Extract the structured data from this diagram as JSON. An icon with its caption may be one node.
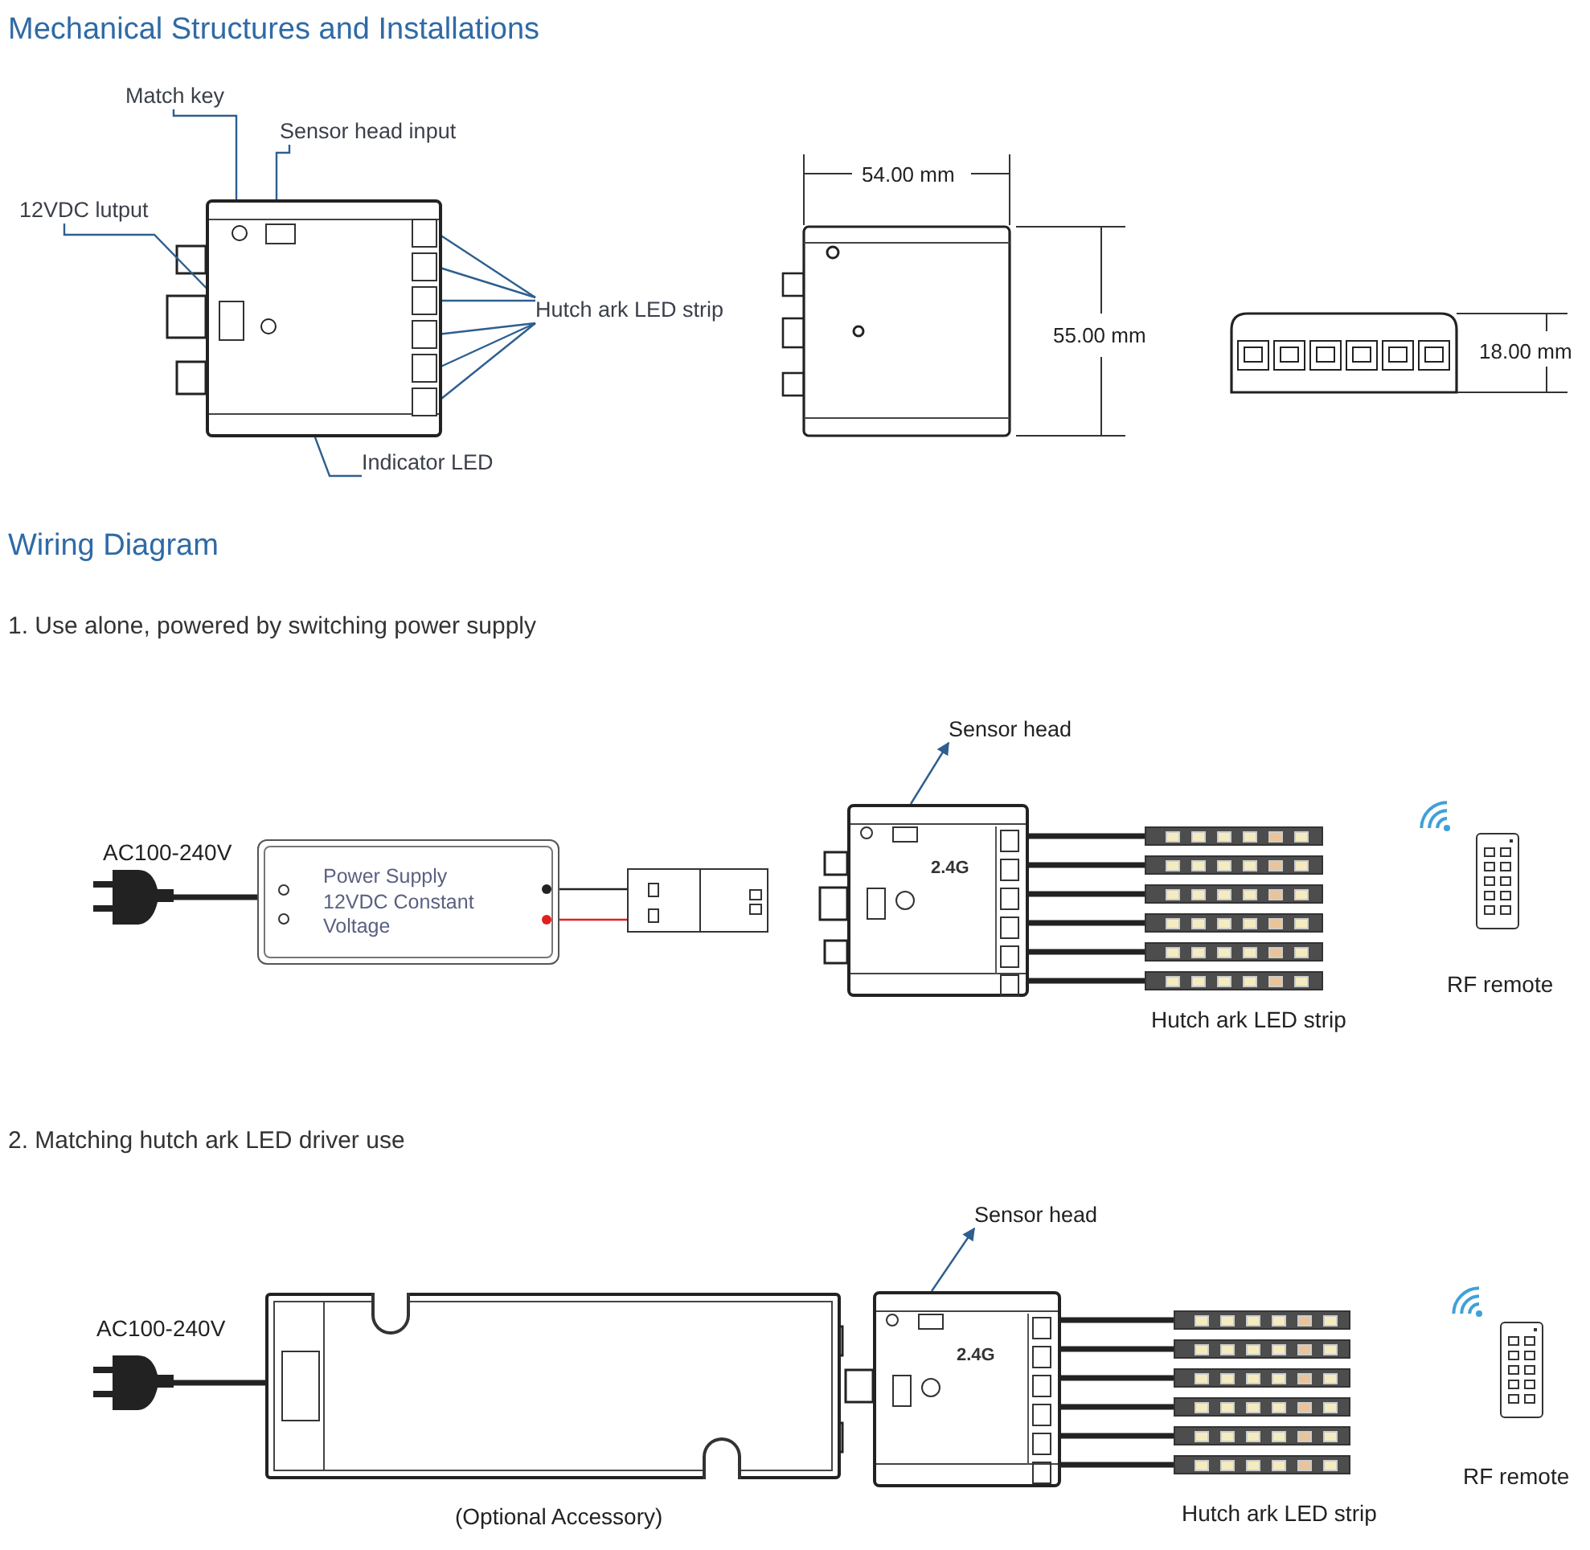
{
  "diagram": {
    "title": "Mechanical Structures and Installations",
    "nodes": [
      {
        "text": [
          "Match key"
        ]
      },
      {
        "text": [
          "Sensor head input"
        ]
      },
      {
        "text": [
          "12VDC lutput"
        ]
      },
      {
        "text": [],
        "shape": "box"
      },
      {
        "text": [],
        "shape": "circle",
        "in": 3
      },
      {
        "text": [],
        "shape": "box",
        "in": 3
      },
      {
        "text": [],
        "shape": "box",
        "in": 3
      },
      {
        "text": [],
        "shape": "circle",
        "in": 3
      },
      {
        "text": [],
        "shape": "box",
        "in": 3
      },
      {
        "text": [],
        "shape": "box",
        "in": 3
      },
      {
        "text": [],
        "shape": "box",
        "in": 3
      },
      {
        "text": [],
        "shape": "box",
        "in": 3
      },
      {
        "text": [],
        "shape": "box",
        "in": 3
      },
      {
        "text": [],
        "shape": "box",
        "in": 3
      },
      {
        "text": [
          "Hutch ark LED strip"
        ]
      },
      {
        "text": [
          "Indicator LED"
        ]
      },
      {
        "text": [],
        "shape": "picture",
        "beside": [
          "AC100-240V"
        ]
      },
      {
        "text": [
          "Power Supply 12VDC Constant Voltage"
        ]
      },
      {
        "text": [],
        "shape": "box"
      },
      {
        "text": [
          "2.4G"
        ]
      },
      {
        "text": [],
        "shape": "bar"
      },
      {
        "text": [],
        "shape": "bar"
      },
      {
        "text": [],
        "shape": "bar"
      },
      {
        "text": [],
        "shape": "bar"
      },
      {
        "text": [],
        "shape": "bar"
      },
      {
        "text": [],
        "shape": "bar"
      },
      {
        "text": [
          "Sensor head"
        ]
      },
      {
        "text": [],
        "shape": "picture",
        "beside": [
          "RF remote"
        ]
      },
      {
        "text": [],
        "shape": "picture",
        "beside": [
          "AC100-240V"
        ]
      },
      {
        "text": [],
        "shape": "box",
        "beside": [
          "(Optional Accessory)"
        ]
      },
      {
        "text": [
          "2.4G"
        ]
      },
      {
        "text": [],
        "shape": "bar"
      },
      {
        "text": [],
        "shape": "bar"
      },
      {
        "text": [],
        "shape": "bar"
      },
      {
        "text": [],
        "shape": "bar"
      },
      {
        "text": [],
        "shape": "bar"
      },
      {
        "text": [],
        "shape": "bar"
      },
      {
        "text": [
          "Sensor head"
        ]
      },
      {
        "text": [],
        "shape": "picture",
        "beside": [
          "RF remote"
        ]
      }
    ],
    "edges": [
      {
        "from": 0,
        "to": 4,
        "arrow": "none",
        "color": "#2d5f8f"
      },
      {
        "from": 1,
        "to": 5,
        "arrow": "none",
        "color": "#2d5f8f"
      },
      {
        "from": 2,
        "to": 6,
        "arrow": "none",
        "color": "#2d5f8f"
      },
      {
        "from": 15,
        "to": 7,
        "arrow": "none",
        "color": "#2d5f8f"
      },
      {
        "from": 14,
        "to": 8,
        "arrow": "none",
        "color": "#2d5f8f"
      },
      {
        "from": 14,
        "to": 9,
        "arrow": "none",
        "color": "#2d5f8f"
      },
      {
        "from": 14,
        "to": 10,
        "arrow": "none",
        "color": "#2d5f8f"
      },
      {
        "from": 14,
        "to": 11,
        "arrow": "none",
        "color": "#2d5f8f"
      },
      {
        "from": 14,
        "to": 12,
        "arrow": "none",
        "color": "#2d5f8f"
      },
      {
        "from": 14,
        "to": 13,
        "arrow": "none",
        "color": "#2d5f8f"
      },
      {
        "from": 16,
        "to": 17,
        "arrow": "none",
        "style": "thick"
      },
      {
        "from": 17,
        "to": 18,
        "arrow": "none"
      },
      {
        "from": 17,
        "to": 18,
        "arrow": "none",
        "color": "#e02020"
      },
      {
        "from": 19,
        "to": 26,
        "arrow": "to",
        "color": "#2d5f8f"
      },
      {
        "from": 19,
        "to": 20,
        "arrow": "none",
        "style": "thick"
      },
      {
        "from": 19,
        "to": 21,
        "arrow": "none",
        "style": "thick"
      },
      {
        "from": 19,
        "to": 22,
        "arrow": "none",
        "style": "thick"
      },
      {
        "from": 19,
        "to": 23,
        "arrow": "none",
        "style": "thick"
      },
      {
        "from": 19,
        "to": 24,
        "arrow": "none",
        "style": "thick"
      },
      {
        "from": 19,
        "to": 25,
        "arrow": "none",
        "style": "thick"
      },
      {
        "from": 28,
        "to": 29,
        "arrow": "none",
        "style": "thick"
      },
      {
        "from": 30,
        "to": 37,
        "arrow": "to",
        "color": "#2d5f8f"
      },
      {
        "from": 30,
        "to": 31,
        "arrow": "none",
        "style": "thick"
      },
      {
        "from": 30,
        "to": 32,
        "arrow": "none",
        "style": "thick"
      },
      {
        "from": 30,
        "to": 33,
        "arrow": "none",
        "style": "thick"
      },
      {
        "from": 30,
        "to": 34,
        "arrow": "none",
        "style": "thick"
      },
      {
        "from": 30,
        "to": 35,
        "arrow": "none",
        "style": "thick"
      },
      {
        "from": 30,
        "to": 36,
        "arrow": "none",
        "style": "thick"
      }
    ],
    "labels": [
      "54.00 mm",
      "55.00 mm",
      "18.00 mm",
      "Wiring Diagram",
      "1. Use alone, powered by switching power supply",
      "Hutch ark LED strip",
      "2. Matching hutch ark LED driver use",
      "Hutch ark LED strip"
    ]
  }
}
